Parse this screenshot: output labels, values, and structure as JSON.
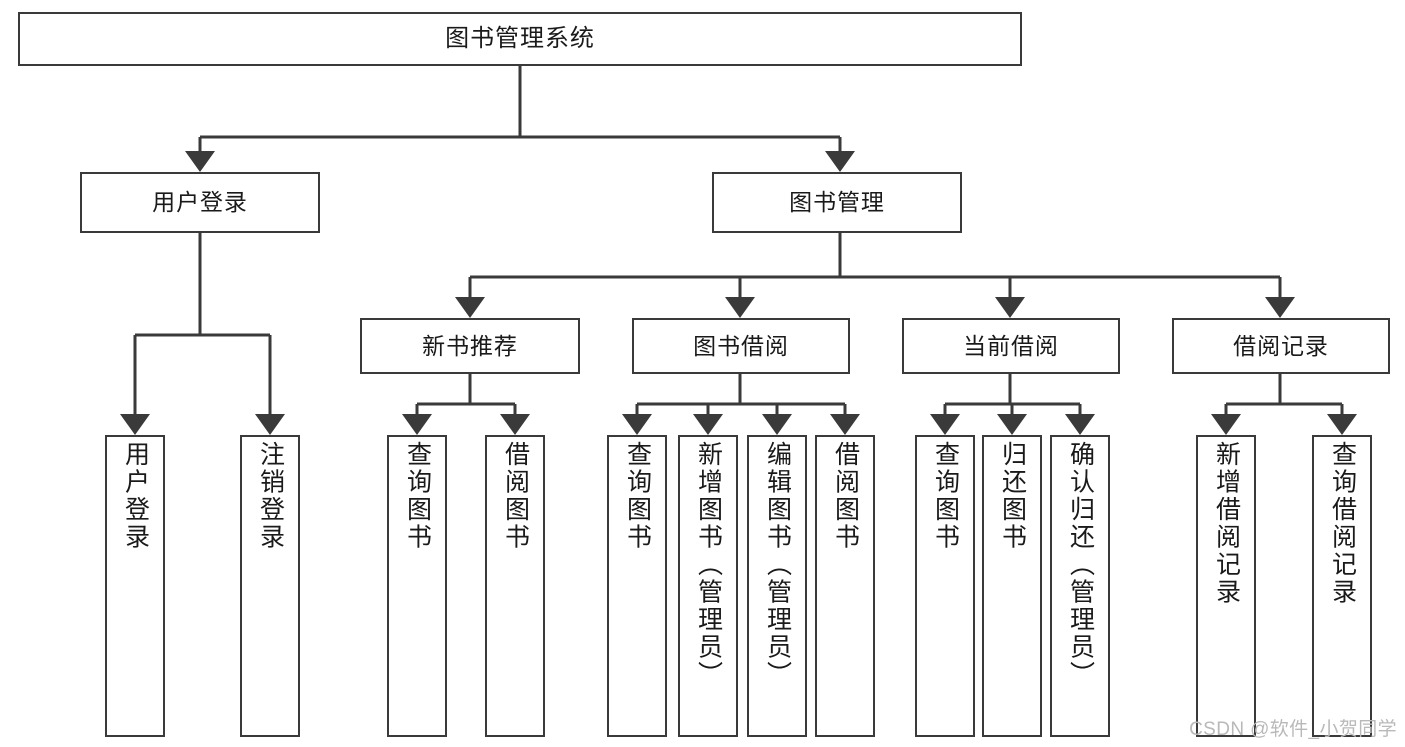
{
  "diagram": {
    "title_node": "图书管理系统",
    "watermark": "CSDN @软件_小贺同学",
    "colors": {
      "background": "#ffffff",
      "node_border": "#3a3a3a",
      "node_fill": "#ffffff",
      "edge": "#3a3a3a",
      "text": "#1a1a1a",
      "watermark": "#b9b9b9"
    },
    "nodes": {
      "root": "图书管理系统",
      "level1": [
        "用户登录",
        "图书管理"
      ],
      "level2": [
        "新书推荐",
        "图书借阅",
        "当前借阅",
        "借阅记录"
      ],
      "leaves": {
        "user_login": [
          "用户登录",
          "注销登录"
        ],
        "new_book_recommend": [
          "查询图书",
          "借阅图书"
        ],
        "book_borrow": [
          "查询图书",
          "新增图书（管理员）",
          "编辑图书（管理员）",
          "借阅图书"
        ],
        "current_borrow": [
          "查询图书",
          "归还图书",
          "确认归还（管理员）"
        ],
        "borrow_record": [
          "新增借阅记录",
          "查询借阅记录"
        ]
      }
    }
  }
}
